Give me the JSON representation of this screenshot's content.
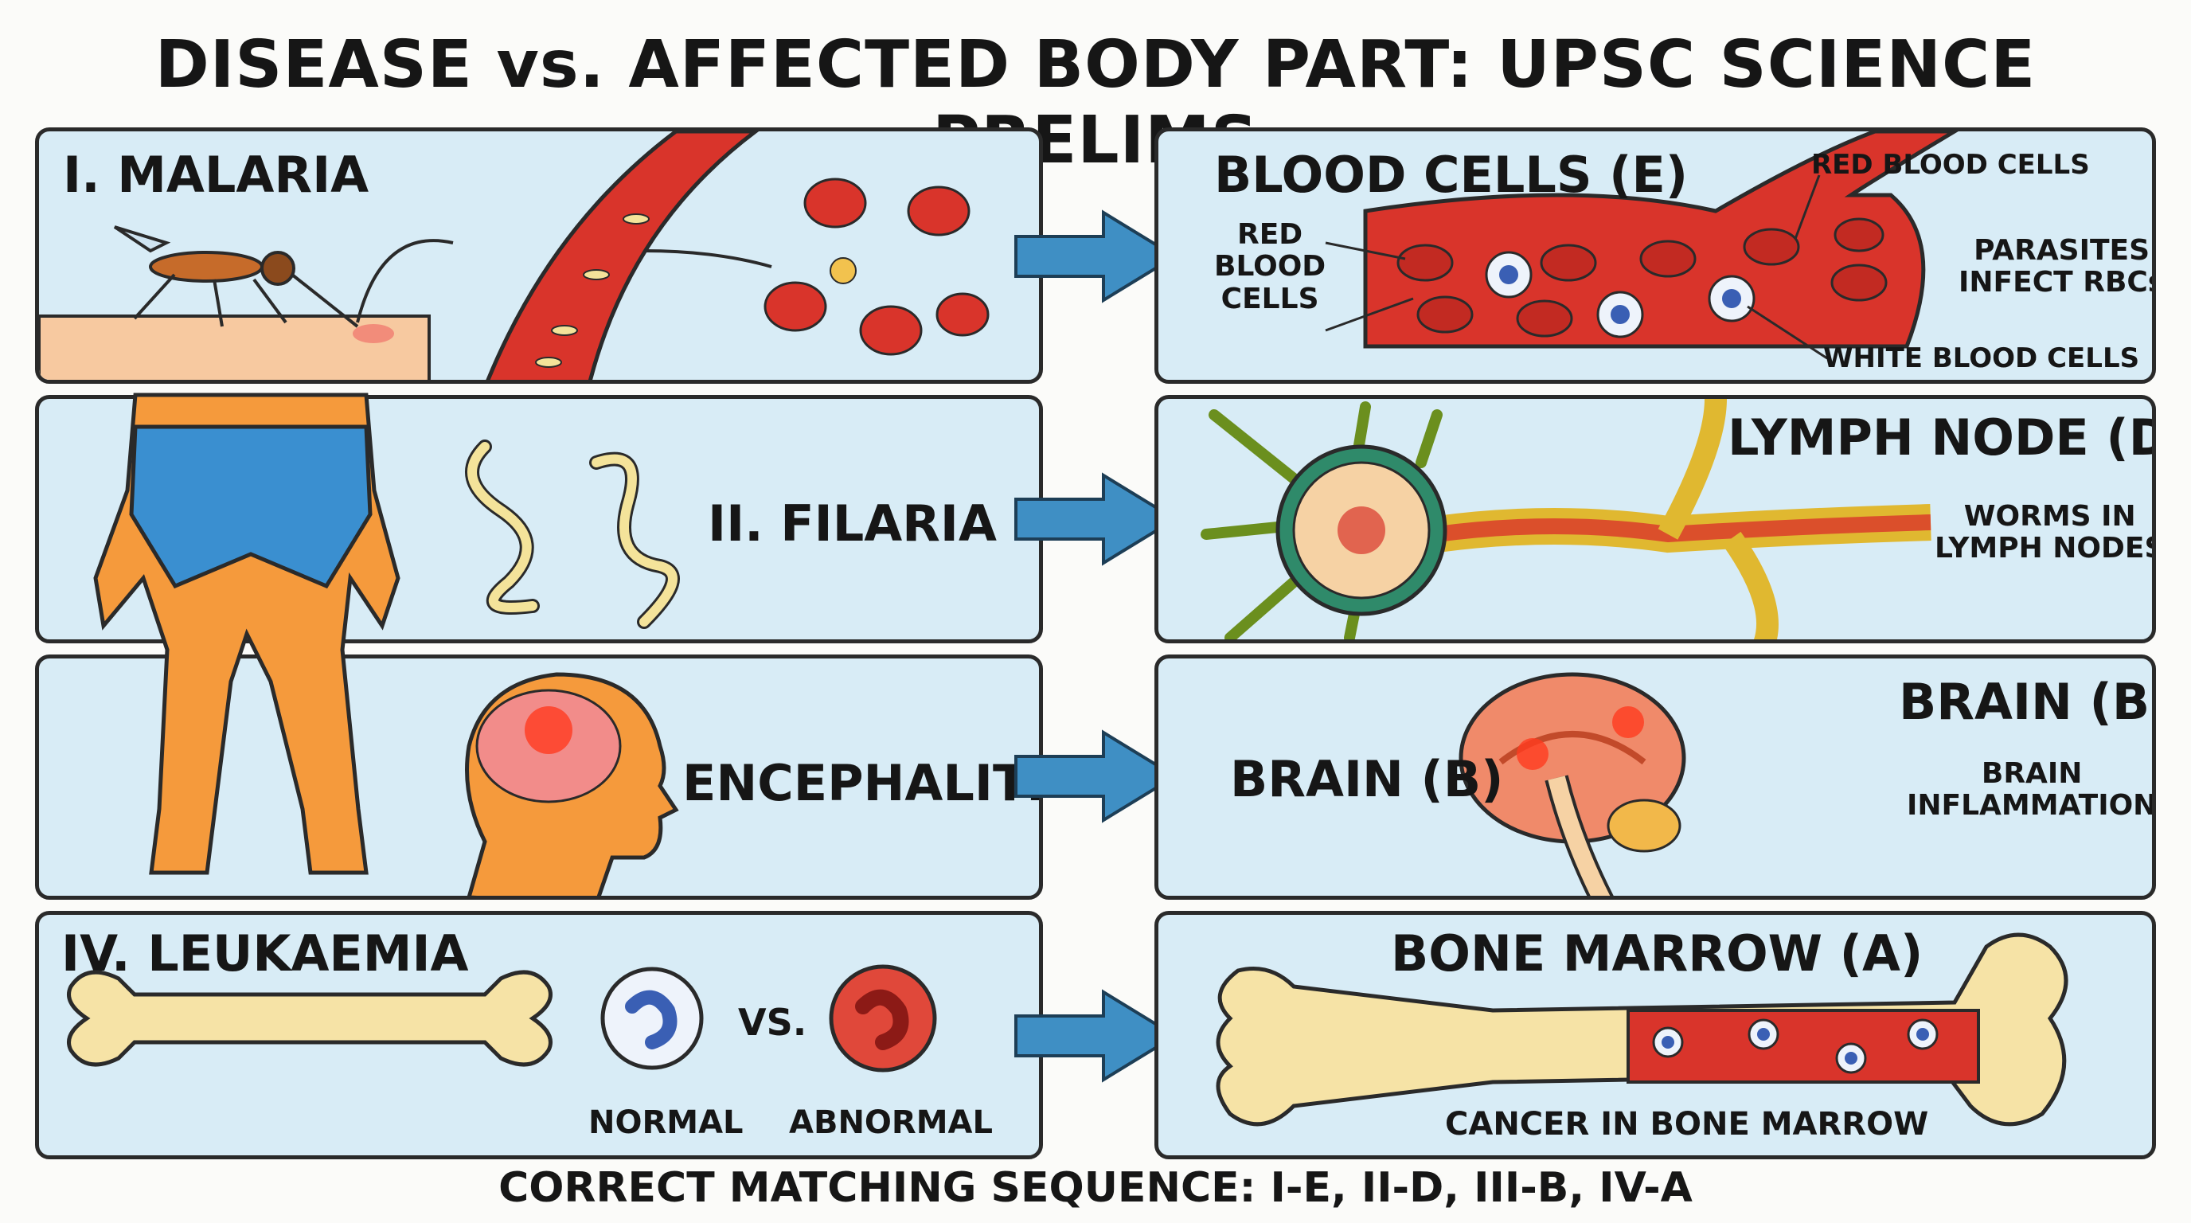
{
  "title": "DISEASE vs. AFFECTED BODY PART: UPSC SCIENCE PRELIMS",
  "rows": [
    {
      "disease": "I. MALARIA",
      "body_part": "BLOOD CELLS (E)",
      "labels": {
        "red": "RED\nBLOOD\nCELLS",
        "red_top": "RED BLOOD CELLS",
        "parasites": "PARASITES\nINFECT RBCs",
        "white": "WHITE BLOOD CELLS"
      }
    },
    {
      "disease": "II. FILARIA",
      "body_part": "LYMPH NODE (D)",
      "labels": {
        "note": "WORMS IN\nLYMPH NODES"
      }
    },
    {
      "disease": "ENCEPHALITIS",
      "body_part": "BRAIN (B)",
      "labels": {
        "side_title": "BRAIN (B)",
        "note": "BRAIN\nINFLAMMATION"
      }
    },
    {
      "disease": "IV. LEUKAEMIA",
      "body_part": "BONE MARROW (A)",
      "labels": {
        "normal": "NORMAL",
        "vs": "VS.",
        "abnormal": "ABNORMAL",
        "note": "CANCER IN BONE MARROW"
      }
    }
  ],
  "footer": "CORRECT MATCHING SEQUENCE: I-E, II-D, III-B, IV-A",
  "colors": {
    "panel": "#d8ecf6",
    "arrow": "#3f8fc4",
    "blood": "#d9342b",
    "skin": "#f59a3c",
    "bone": "#f6e3a6"
  }
}
